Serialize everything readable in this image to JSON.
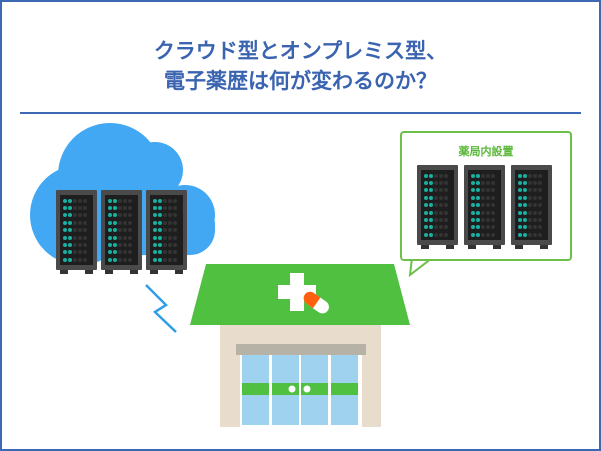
{
  "title": {
    "line1": "クラウド型とオンプレミス型、",
    "line2": "電子薬歴は何が変わるのか？"
  },
  "onpremise_label": "薬局内設置",
  "colors": {
    "accent": "#3a63b0",
    "cloud": "#42a8f3",
    "roof": "#4fc040",
    "bubble": "#6cc04a"
  }
}
